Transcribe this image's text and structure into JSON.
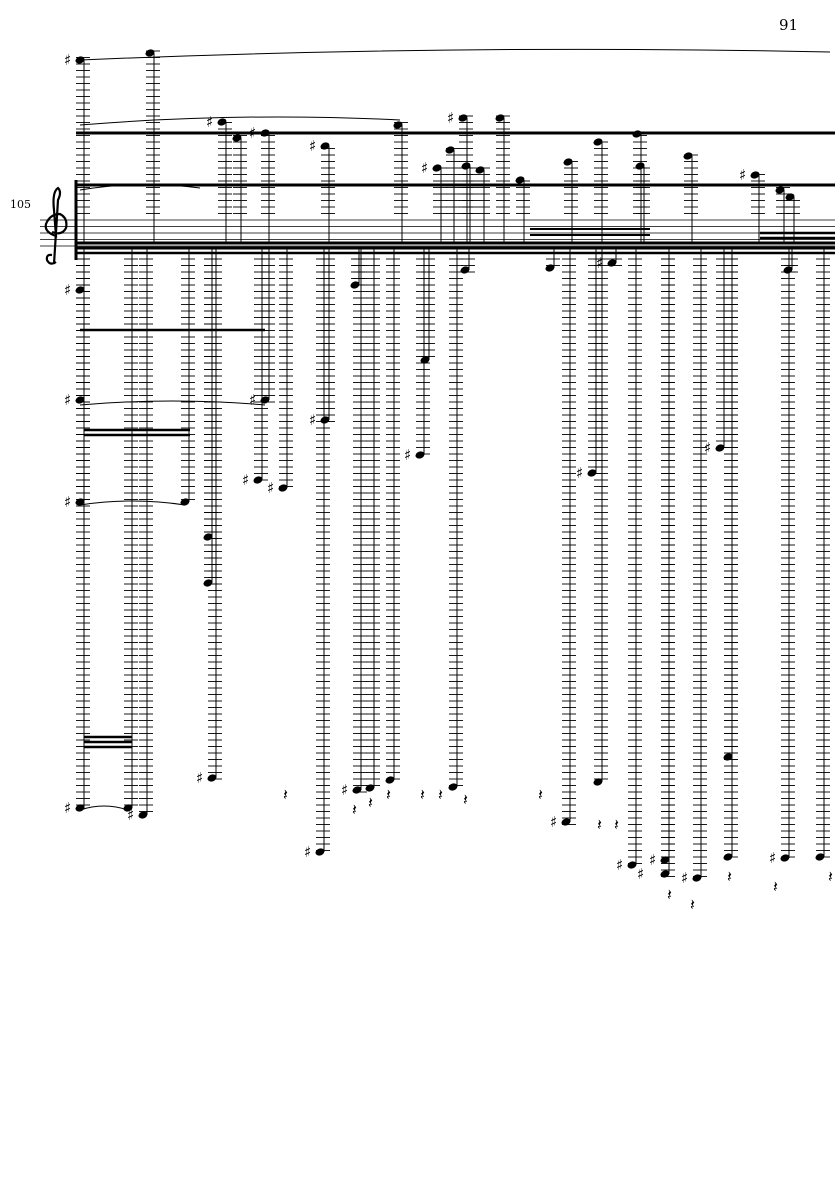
{
  "page_number": "91",
  "measure_number": "105",
  "clef": "treble",
  "key_signature_icon": "sharp-icon",
  "ink_color": "#000000"
}
